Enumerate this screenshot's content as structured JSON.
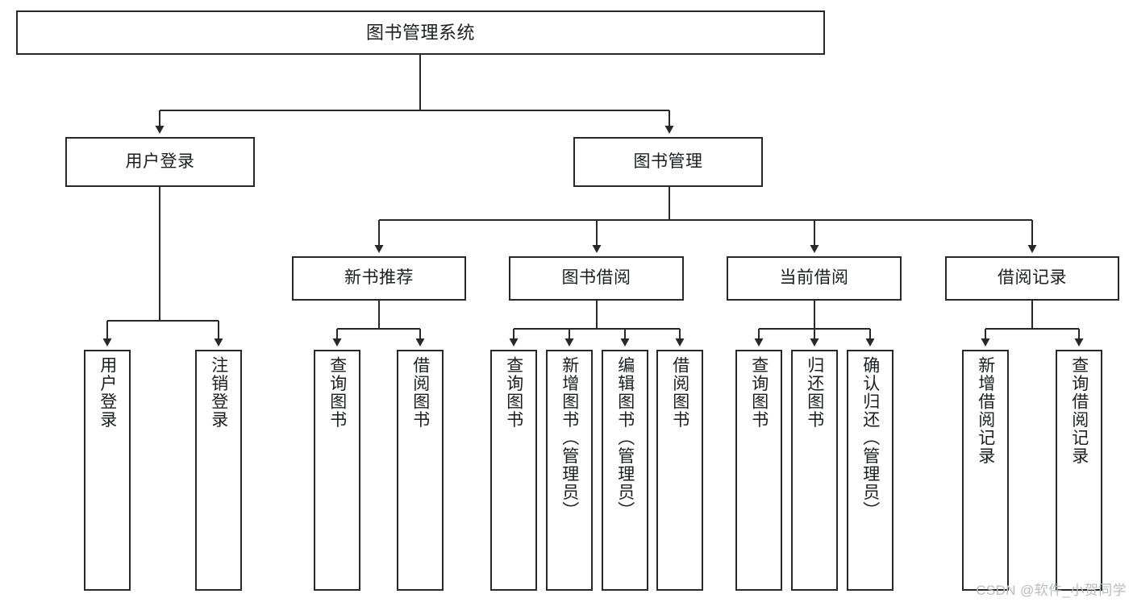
{
  "diagram": {
    "title": "图书管理系统",
    "type": "功能结构图",
    "colors": {
      "node_border": "#26282b",
      "node_fill": "#ffffff",
      "connector": "#26282b",
      "text": "#1b1d20",
      "watermark": "#b9bbbe",
      "background": "#ffffff"
    },
    "root": {
      "label": "图书管理系统"
    },
    "level2": [
      {
        "label": "用户登录"
      },
      {
        "label": "图书管理"
      }
    ],
    "level3": [
      {
        "label": "新书推荐"
      },
      {
        "label": "图书借阅"
      },
      {
        "label": "当前借阅"
      },
      {
        "label": "借阅记录"
      }
    ],
    "leaves": {
      "user_login": [
        {
          "label": "用户登录"
        },
        {
          "label": "注销登录"
        }
      ],
      "new_book_recommend": [
        {
          "label": "查询图书"
        },
        {
          "label": "借阅图书"
        }
      ],
      "book_borrow": [
        {
          "label": "查询图书"
        },
        {
          "label": "新增图书（管理员）"
        },
        {
          "label": "编辑图书（管理员）"
        },
        {
          "label": "借阅图书"
        }
      ],
      "current_borrow": [
        {
          "label": "查询图书"
        },
        {
          "label": "归还图书"
        },
        {
          "label": "确认归还（管理员）"
        }
      ],
      "borrow_record": [
        {
          "label": "新增借阅记录"
        },
        {
          "label": "查询借阅记录"
        }
      ]
    },
    "watermark": "CSDN @软件_小贺同学"
  }
}
